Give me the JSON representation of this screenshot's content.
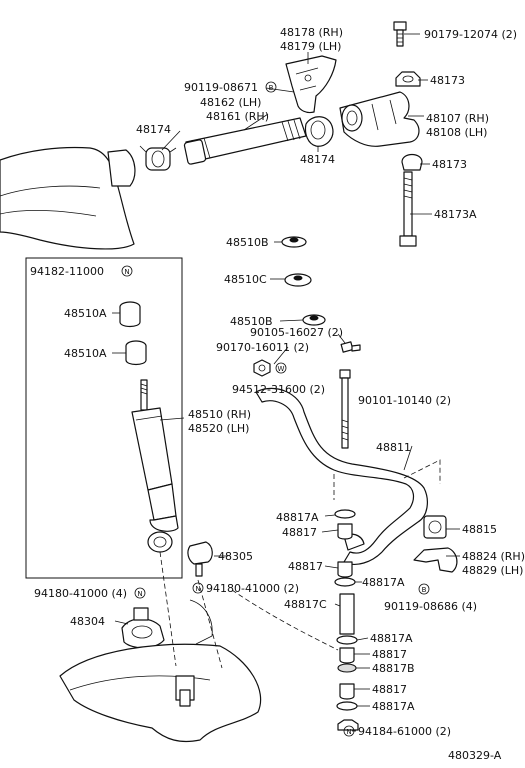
{
  "diagram": {
    "code": "480329-A",
    "labels": {
      "bracket_rh": "48178 (RH)",
      "bracket_lh": "48179 (LH)",
      "bolt_top": "90179-12074 (2)",
      "nut_top": "48173",
      "bolt_b": "90119-08671",
      "shaft_lh": "48162 (LH)",
      "shaft_rh": "48161 (RH)",
      "boot_left": "48174",
      "boot_center": "48174",
      "arm_rh": "48107 (RH)",
      "arm_lh": "48108 (LH)",
      "nut_mid": "48173",
      "long_bolt": "48173A",
      "retainer_1": "48510B",
      "retainer_2": "48510C",
      "retainer_3": "48510B",
      "box_nut": "94182-11000",
      "cushion_1": "48510A",
      "cushion_2": "48510A",
      "bolt_mid": "90105-16027 (2)",
      "bolt_small": "90170-16011 (2)",
      "washer": "94512-31600 (2)",
      "bolt_link": "90101-10140 (2)",
      "absorber_rh": "48510 (RH)",
      "absorber_lh": "48520 (LH)",
      "stabilizer": "48811",
      "retainer_4a": "48817A",
      "bush_4": "48817",
      "bush_link_clamp": "48815",
      "bracket_lower_rh": "48824 (RH)",
      "bracket_lower_lh": "48829 (LH)",
      "bumper": "48305",
      "nut_bumper": "94180-41000 (2)",
      "bush_5": "48817",
      "retainer_5a": "48817A",
      "nut_lower_left": "94180-41000 (4)",
      "bolt_clamp": "90119-08686 (4)",
      "collar": "48817C",
      "bracket_lower": "48304",
      "retainer_6a": "48817A",
      "bush_6": "48817",
      "retainer_6b": "48817B",
      "bush_7": "48817",
      "retainer_7a": "48817A",
      "nut_bottom": "94184-61000 (2)"
    },
    "symbols": {
      "n": "N",
      "b": "B",
      "w": "W"
    }
  }
}
